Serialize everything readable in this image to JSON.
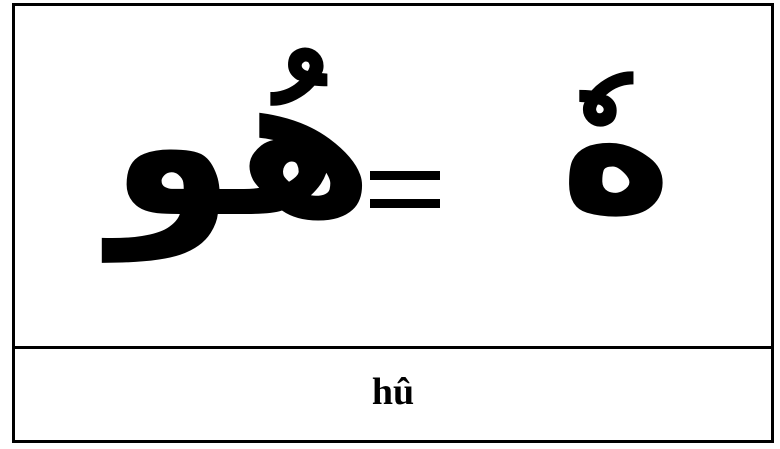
{
  "card": {
    "left_glyph": "هُو",
    "right_glyph": "هٗ",
    "transliteration": "hû"
  },
  "colors": {
    "ink": "#000000",
    "background": "#ffffff"
  }
}
